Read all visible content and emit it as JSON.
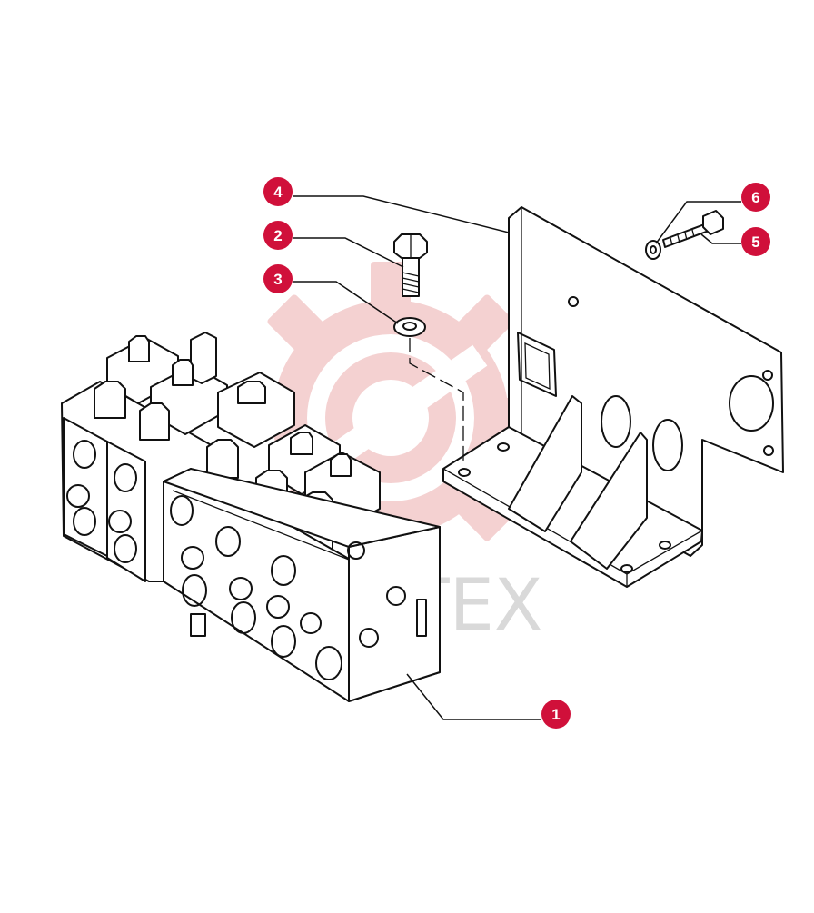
{
  "diagram": {
    "watermark": {
      "logo_icon": "gear-logo-icon",
      "text": "ИНТЕХ",
      "color": "#f2c4c4"
    },
    "callout_color": "#d0103a",
    "callouts": [
      {
        "id": "1",
        "label": "1"
      },
      {
        "id": "2",
        "label": "2"
      },
      {
        "id": "3",
        "label": "3"
      },
      {
        "id": "4",
        "label": "4"
      },
      {
        "id": "5",
        "label": "5"
      },
      {
        "id": "6",
        "label": "6"
      }
    ],
    "parts": {
      "part_1": "valve-block-icon",
      "part_2": "hex-bolt-icon",
      "part_3": "washer-icon",
      "part_4": "mounting-bracket-icon",
      "part_5": "small-bolt-icon",
      "part_6": "small-washer-icon"
    }
  }
}
